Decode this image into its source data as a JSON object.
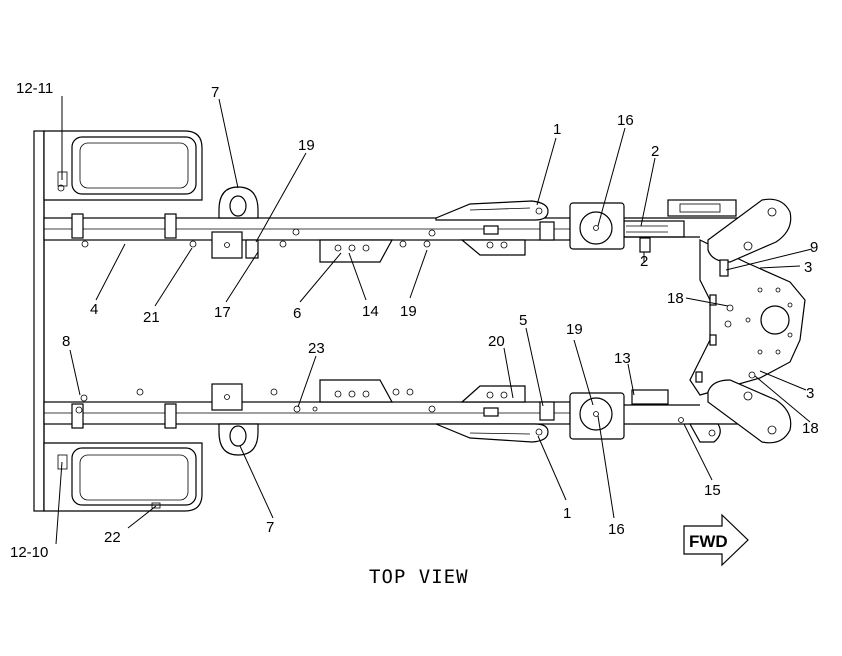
{
  "diagram": {
    "caption": "TOP VIEW",
    "direction_label": "FWD",
    "callouts": [
      {
        "id": "c-12-11",
        "text": "12-11"
      },
      {
        "id": "c-7-top",
        "text": "7"
      },
      {
        "id": "c-19-top",
        "text": "19"
      },
      {
        "id": "c-1-top",
        "text": "1"
      },
      {
        "id": "c-16-top",
        "text": "16"
      },
      {
        "id": "c-2-top",
        "text": "2"
      },
      {
        "id": "c-2-mid",
        "text": "2"
      },
      {
        "id": "c-9",
        "text": "9"
      },
      {
        "id": "c-3-top",
        "text": "3"
      },
      {
        "id": "c-18-top",
        "text": "18"
      },
      {
        "id": "c-4",
        "text": "4"
      },
      {
        "id": "c-21",
        "text": "21"
      },
      {
        "id": "c-17",
        "text": "17"
      },
      {
        "id": "c-6",
        "text": "6"
      },
      {
        "id": "c-14",
        "text": "14"
      },
      {
        "id": "c-19-mid",
        "text": "19"
      },
      {
        "id": "c-8",
        "text": "8"
      },
      {
        "id": "c-23",
        "text": "23"
      },
      {
        "id": "c-20",
        "text": "20"
      },
      {
        "id": "c-5",
        "text": "5"
      },
      {
        "id": "c-19-low",
        "text": "19"
      },
      {
        "id": "c-13",
        "text": "13"
      },
      {
        "id": "c-3-low",
        "text": "3"
      },
      {
        "id": "c-18-low",
        "text": "18"
      },
      {
        "id": "c-15",
        "text": "15"
      },
      {
        "id": "c-1-low",
        "text": "1"
      },
      {
        "id": "c-16-low",
        "text": "16"
      },
      {
        "id": "c-7-low",
        "text": "7"
      },
      {
        "id": "c-22",
        "text": "22"
      },
      {
        "id": "c-12-10",
        "text": "12-10"
      }
    ]
  }
}
